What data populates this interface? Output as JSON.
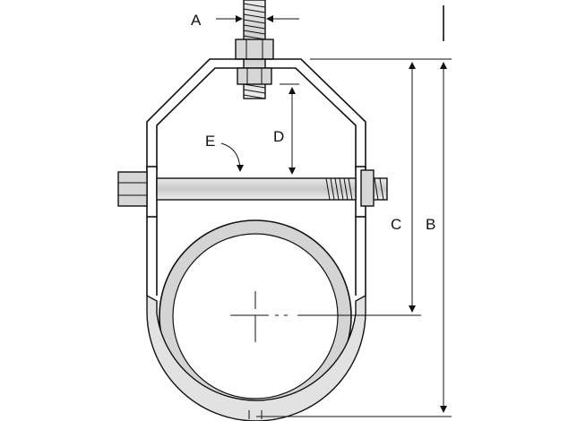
{
  "labels": {
    "a": "A",
    "b": "B",
    "c": "C",
    "d": "D",
    "e": "E"
  },
  "colors": {
    "line": "#111111",
    "fill_grey": "#d7d7d7",
    "background": "#ffffff"
  }
}
